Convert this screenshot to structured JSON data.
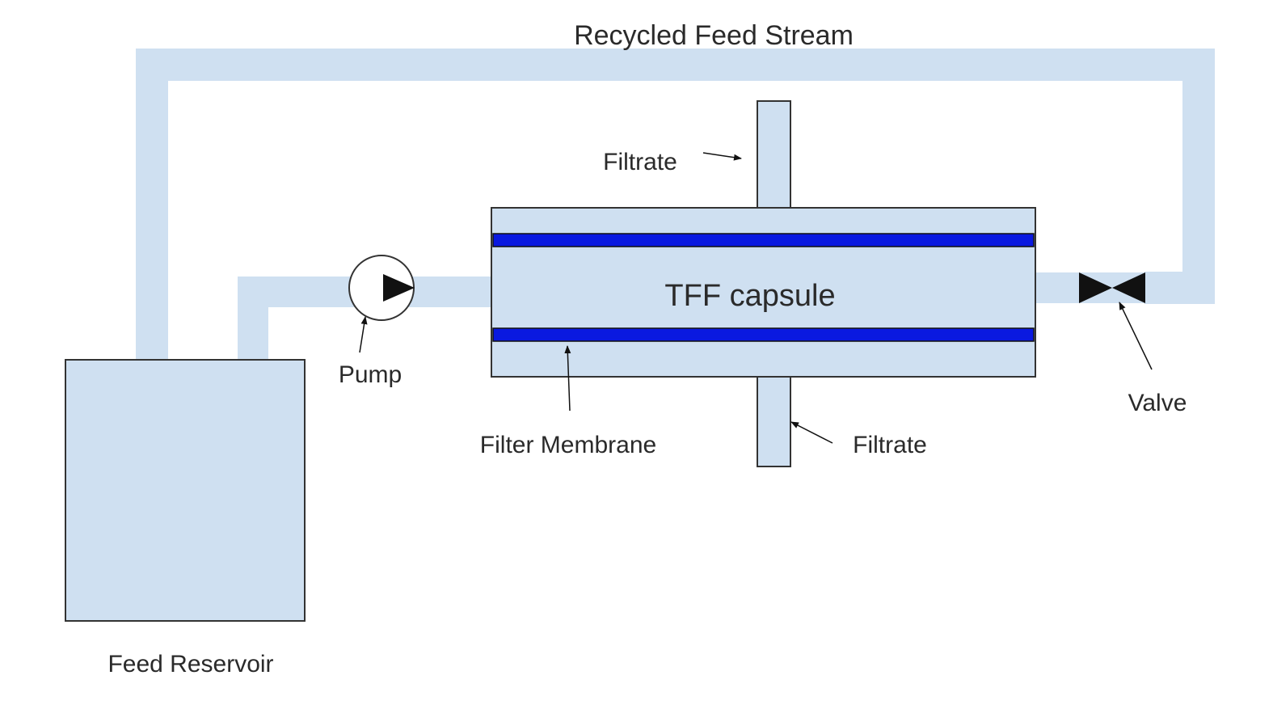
{
  "labels": {
    "recycled_feed_stream": "Recycled Feed Stream",
    "filtrate_top": "Filtrate",
    "filtrate_bottom": "Filtrate",
    "tff_capsule": "TFF capsule",
    "pump": "Pump",
    "valve": "Valve",
    "filter_membrane": "Filter Membrane",
    "feed_reservoir": "Feed Reservoir"
  },
  "colors": {
    "fluid": "#cfe0f1",
    "membrane": "#0a19e0",
    "outline": "#333333",
    "text": "#2a2a2a"
  }
}
